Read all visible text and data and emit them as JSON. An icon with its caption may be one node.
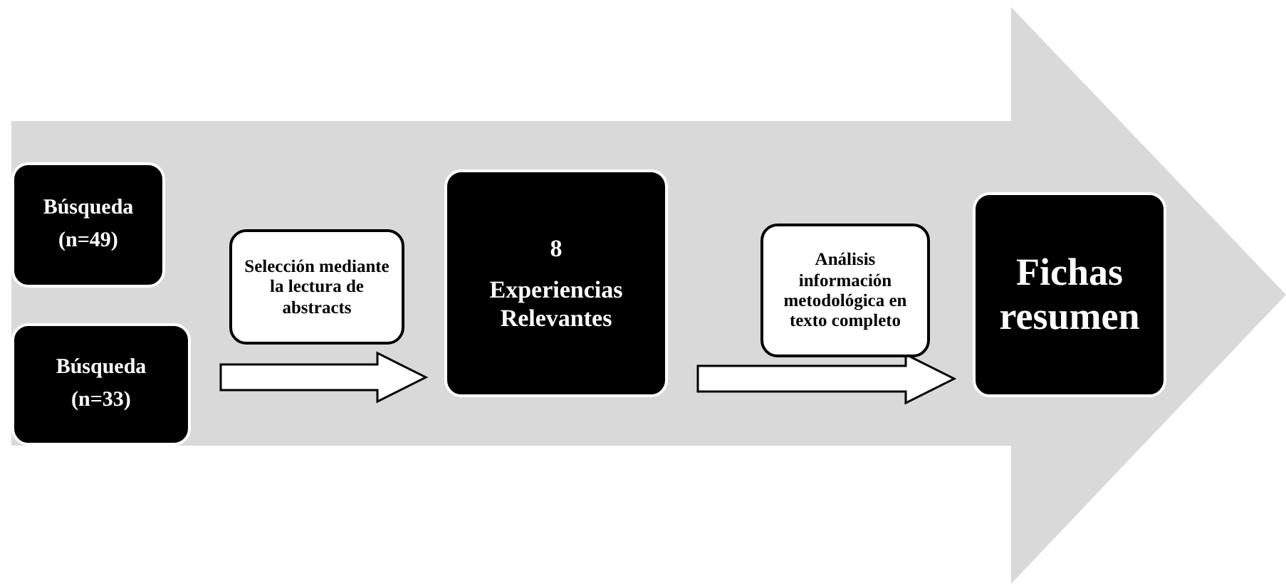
{
  "diagram": {
    "nodes": [
      {
        "text": [
          "Búsqueda",
          "(n=49)"
        ]
      },
      {
        "text": [
          "Búsqueda",
          "(n=33)"
        ]
      },
      {
        "text": [
          "Selección mediante la lectura de abstracts"
        ]
      },
      {
        "text": [
          "8",
          "Experiencias Relevantes"
        ]
      },
      {
        "text": [
          "Análisis información metodológica en texto completo"
        ]
      },
      {
        "text": [
          "Fichas resumen"
        ]
      }
    ],
    "edges": [
      {
        "from": 1,
        "to": 3,
        "arrow": "to"
      },
      {
        "from": 3,
        "to": 5,
        "arrow": "to"
      }
    ]
  }
}
